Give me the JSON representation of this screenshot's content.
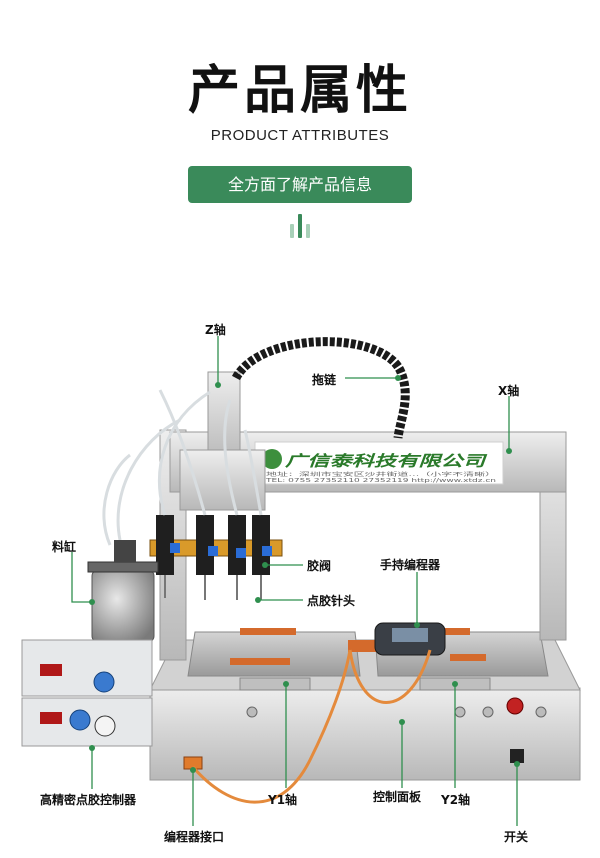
{
  "header": {
    "title": "产品属性",
    "subtitle": "PRODUCT ATTRIBUTES",
    "pill_text": "全方面了解产品信息"
  },
  "colors": {
    "accent_green": "#3a8a5a",
    "light_green": "#a8d0b8",
    "label_line": "#2f8f4e",
    "cable_orange": "#e48a3c"
  },
  "banner": {
    "company": "广信泰科技有限公司",
    "address": "地址：深圳市宝安区沙井街道…（小字不清晰）",
    "contact": "TEL: 0755 27352110  27352119    http://www.xtdz.cn"
  },
  "labels": {
    "z_axis": "Z轴",
    "drag_chain": "拖链",
    "x_axis": "X轴",
    "tank": "料缸",
    "valve": "胶阀",
    "handheld": "手持编程器",
    "needle": "点胶针头",
    "controller": "高精密点胶控制器",
    "y1": "Y1轴",
    "panel": "控制面板",
    "y2": "Y2轴",
    "port": "编程器接口",
    "switch": "开关"
  }
}
